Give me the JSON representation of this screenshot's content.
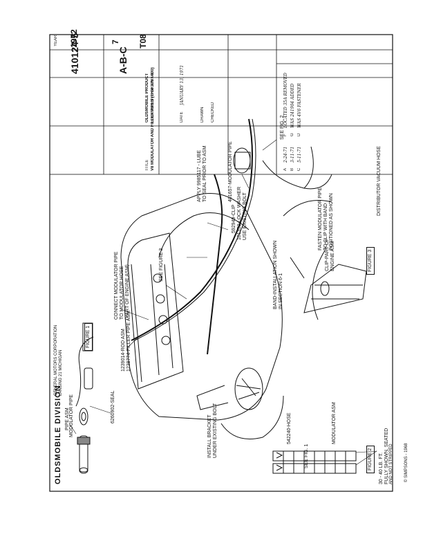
{
  "header": {
    "division": "OLDSMOBILE DIVISION",
    "corp": "GENERAL MOTORS CORPORATION",
    "city": "LANSING 21 MICHIGAN"
  },
  "figures": {
    "fig1": "FIGURE 1",
    "fig2": "FIGURE 2",
    "fig3": "FIGURE 3"
  },
  "labels": {
    "pipe_asm": "PIPE ASM",
    "seal": "6260902-SEAL",
    "rod_asm": "1239014-ROD ASM",
    "filler_pipe": "1238774-FILLER PIPE ASM",
    "connect_mod": "CONNECT MODULATOR PIPE",
    "connect_mod2": "TO MODULATOR HOSE",
    "connect_mod3": "(PART OF ENGINE ASM)",
    "see_fig3": "SEE FIGURE 3",
    "clip_part": "CLIP-PART OF",
    "clip_part2": "ENGINE ASM",
    "fasten": "FASTEN MODULATOR PIPE",
    "fasten2": "TO CLIP WITH BAND",
    "fasten3": "POSITIONED AS SHOWN",
    "dist_vac": "DISTRIBUTOR VACUUM HOSE",
    "band_inst": "BAND-INSTALLATION SHOWN",
    "band_inst2": "IN SECTION 6-1",
    "clip_592": "592949-CLIP",
    "washer": "101352-LOCK WASHER",
    "use_bolt": "USE EXISTING BOLT",
    "mod_pipe": "401657-MODULATOR PIPE",
    "see_fig2": "SEE FIG. 2",
    "install_bracket": "INSTALL BRACKET",
    "install_bracket2": "UNDER EXISTING BOLT",
    "see_fig1": "SEE FIG. 1",
    "mod_pipe_b": "MODULATOR PIPE",
    "hose": "542240-HOSE",
    "mod_asm": "MODULATOR ASM",
    "apply": "APPLY 9985117 - LUBE",
    "apply2": "TO SEAL PRIOR TO ASM",
    "torque": "30 - 40 LB. FT.",
    "fully_shown": "FULLY SHOWN, SEATED",
    "fully_shown2": "AND NOT STRIPPED",
    "footer": "© SIMPSONS - 1968"
  },
  "title_block": {
    "title_label": "TITLE",
    "title": "V8 MODULATOR AND FILLER PIPES (THM 375 - 400)",
    "part_no": "410124-5",
    "sheet": "A-B-C",
    "year_label": "YEAR",
    "year": "1972",
    "group": "7",
    "page": "T08",
    "product": "OLDSMOBILE PRODUCT",
    "engineering": "ENGINEERING DRAWING",
    "date_label": "DATE",
    "date": "JANUARY 13, 1971",
    "drawn_label": "DRAWN",
    "checked_label": "CHECKED"
  },
  "revisions": [
    {
      "sym": "A",
      "date": "2-24-71",
      "by": "F",
      "desc": "LOCATED 35A REMOVED"
    },
    {
      "sym": "B",
      "date": "3-11-71",
      "by": "G",
      "desc": "WAS 241904 ADDED"
    },
    {
      "sym": "C",
      "date": "5-11-71",
      "by": "D",
      "desc": "WAS 4V6 FASTENER"
    }
  ]
}
